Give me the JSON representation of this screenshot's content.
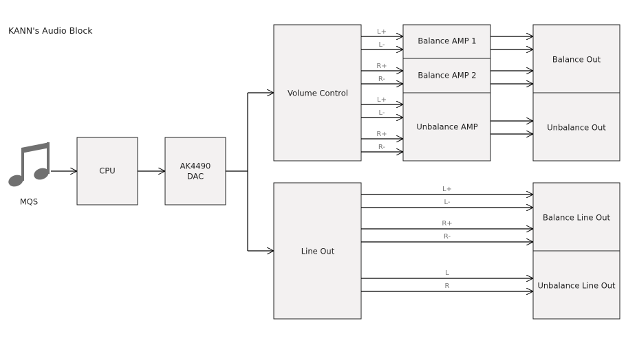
{
  "title": "KANN's Audio Block",
  "source": {
    "label": "MQS",
    "icon": "music-note-icon"
  },
  "blocks": {
    "cpu": "CPU",
    "dac_line1": "AK4490",
    "dac_line2": "DAC",
    "volume": "Volume Control",
    "line_out": "Line Out",
    "bal_amp1": "Balance AMP 1",
    "bal_amp2": "Balance AMP 2",
    "unbal_amp": "Unbalance AMP",
    "bal_out": "Balance Out",
    "unbal_out": "Unbalance Out",
    "bal_line_out": "Balance Line Out",
    "unbal_line_out": "Unbalance Line Out"
  },
  "volume_signals": [
    "L+",
    "L-",
    "R+",
    "R-",
    "L+",
    "L-",
    "R+",
    "R-"
  ],
  "line_signals": [
    "L+",
    "L-",
    "R+",
    "R-",
    "L",
    "R"
  ],
  "colors": {
    "box_fill": "#f3f1f1",
    "icon": "#707070"
  }
}
